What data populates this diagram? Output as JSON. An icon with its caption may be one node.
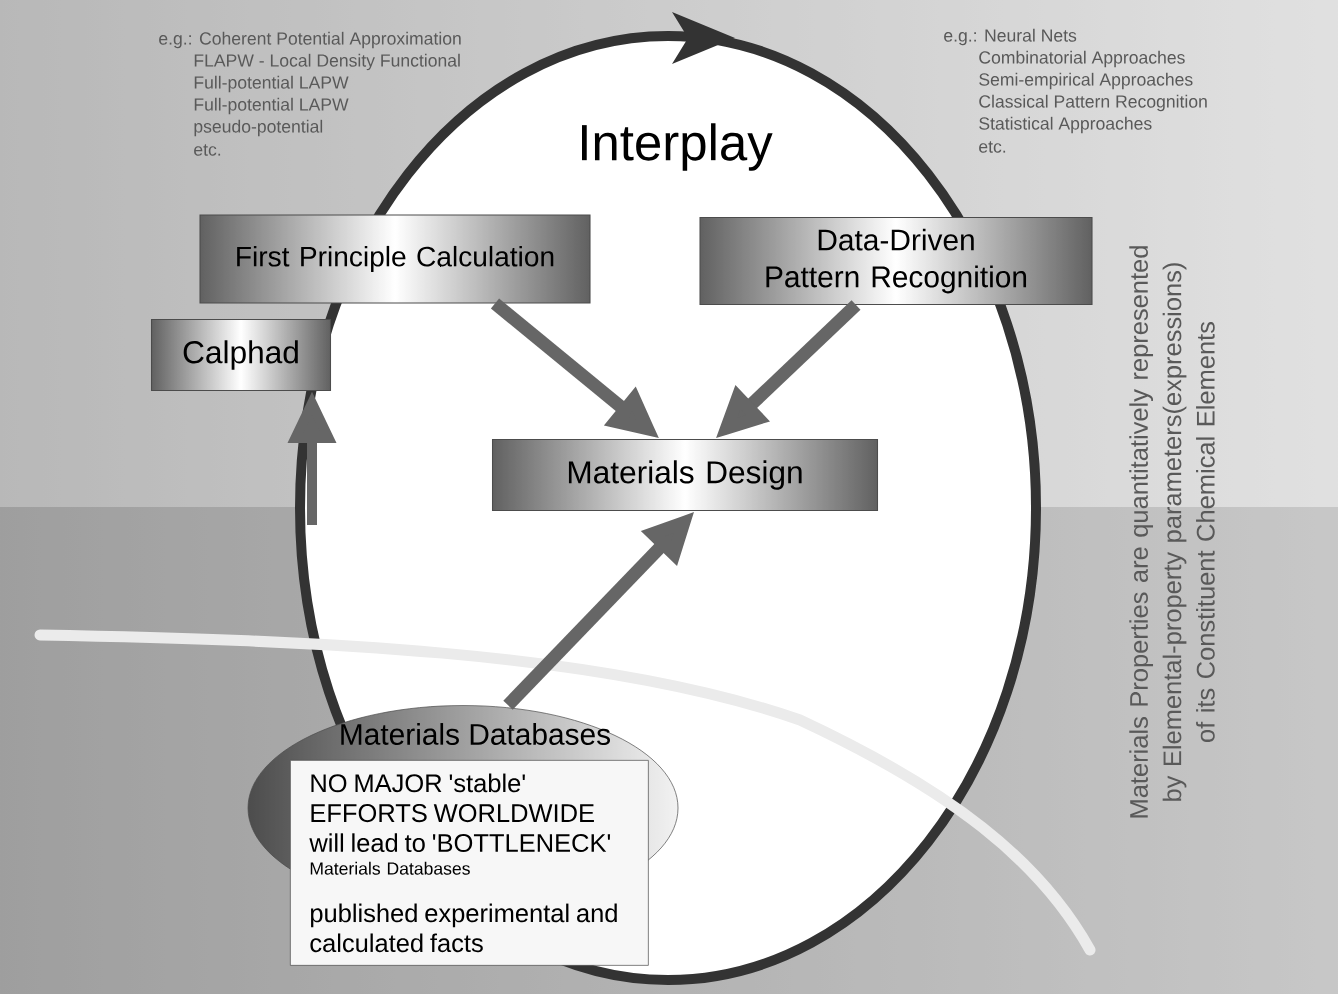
{
  "diagram": {
    "nodes": [
      {
        "text": [
          "First Principle Calculation"
        ]
      },
      {
        "text": [
          "Data-Driven Pattern Recognition"
        ]
      },
      {
        "text": [
          "Calphad"
        ]
      },
      {
        "text": [
          "Materials Design"
        ]
      },
      {
        "text": [
          "Materials Databases"
        ]
      },
      {
        "text": [
          "NO MAJOR 'stable' EFFORTS WORLDWIDE will lead to 'BOTTLENECK'",
          "Materials Databases",
          "published experimental and calculated facts"
        ]
      }
    ],
    "edges": [
      {
        "from": 0,
        "to": 3,
        "arrow": "to"
      },
      {
        "from": 1,
        "to": 3,
        "arrow": "to"
      },
      {
        "from": 4,
        "to": 3,
        "arrow": "to"
      },
      {
        "from": null,
        "to": 2,
        "arrow": "to"
      }
    ],
    "labels": [
      "e.g.: Coherent Potential Approximation",
      "FLAPW - Local Density Functional",
      "Full-potential LAPW",
      "Full-potential LAPW",
      "pseudo-potential",
      "etc.",
      "e.g.: Neural Nets",
      "Combinatorial Approaches",
      "Semi-empirical Approaches",
      "Classical Pattern Recognition",
      "Statistical Approaches",
      "etc.",
      "Interplay",
      "Materials Properties are quantitatively represented by Elemental-property parameters(expressions) of its Constituent Chemical Elements"
    ]
  }
}
